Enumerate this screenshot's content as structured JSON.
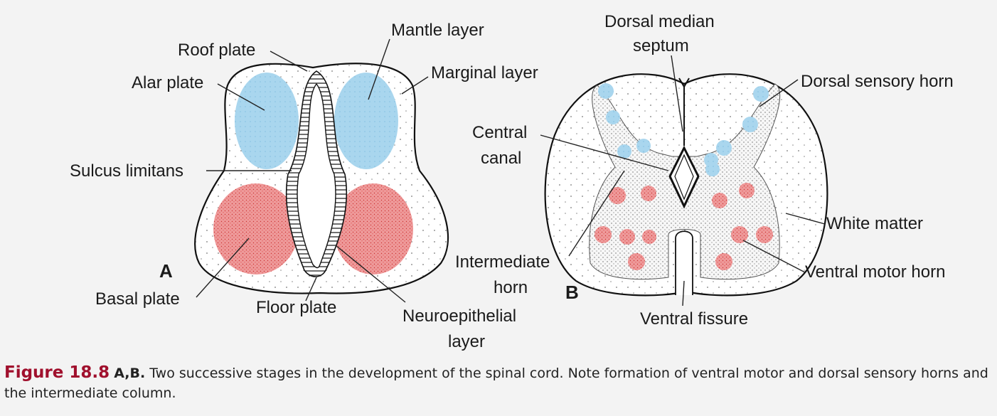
{
  "figure": {
    "panel_a": {
      "letter": "A",
      "labels": {
        "roof_plate": "Roof plate",
        "mantle_layer": "Mantle layer",
        "alar_plate": "Alar plate",
        "marginal_layer": "Marginal layer",
        "sulcus_limitans": "Sulcus limitans",
        "basal_plate": "Basal plate",
        "floor_plate": "Floor plate",
        "neuroepithelial_layer_1": "Neuroepithelial",
        "neuroepithelial_layer_2": "layer"
      }
    },
    "panel_b": {
      "letter": "B",
      "labels": {
        "dorsal_median_septum_1": "Dorsal median",
        "dorsal_median_septum_2": "septum",
        "dorsal_sensory_horn": "Dorsal sensory horn",
        "central_canal_1": "Central",
        "central_canal_2": "canal",
        "white_matter": "White matter",
        "intermediate_horn_1": "Intermediate",
        "intermediate_horn_2": "horn",
        "ventral_motor_horn": "Ventral motor horn",
        "ventral_fissure": "Ventral fissure"
      }
    },
    "colors": {
      "alar_blue": "#a9d6ee",
      "basal_red": "#ee9a9a",
      "caption_red": "#a0102d",
      "background": "#f3f3f3"
    }
  },
  "caption": {
    "figure_number": "Figure 18.8",
    "panels": "A,B.",
    "text": "Two successive stages in the development of the spinal cord. Note formation of ventral motor and dorsal sensory horns and the intermediate column."
  }
}
